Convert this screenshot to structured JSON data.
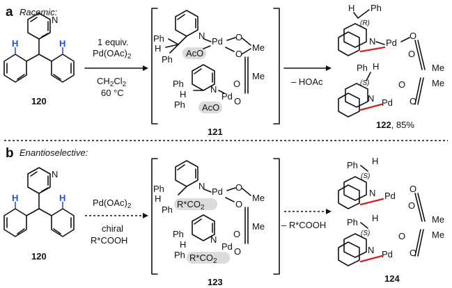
{
  "sections": {
    "a": {
      "letter": "a",
      "title": "Racemic:"
    },
    "b": {
      "letter": "b",
      "title": "Enantioselective:"
    }
  },
  "reaction_a": {
    "reagent1": "1 equiv.",
    "reagent2": "Pd(OAc)",
    "reagent2_sub": "2",
    "solvent": "CH",
    "solvent_sub1": "2",
    "solvent_mid": "Cl",
    "solvent_sub2": "2",
    "temperature": "60 °C",
    "step2": "– HOAc"
  },
  "reaction_b": {
    "reagent1": "Pd(OAc)",
    "reagent1_sub": "2",
    "reagent2": "chiral",
    "reagent3": "R*COOH",
    "step2": "– R*COOH"
  },
  "compounds": {
    "sm_a": "120",
    "int_a": "121",
    "prod_a": "122",
    "prod_a_yield": ", 85%",
    "sm_b": "120",
    "int_b": "123",
    "prod_b": "124"
  },
  "atoms": {
    "N": "N",
    "H": "H",
    "Pd": "Pd",
    "O": "O",
    "Me": "Me",
    "Ph": "Ph",
    "AcO": "AcO",
    "R_CO2": "R*CO",
    "R_CO2_sub": "2",
    "R_label": "(R)",
    "S_label": "(S)"
  },
  "colors": {
    "h_atom": "#2b4fc7",
    "new_bond": "#d81f1f",
    "pill": "#dcdcdc"
  }
}
